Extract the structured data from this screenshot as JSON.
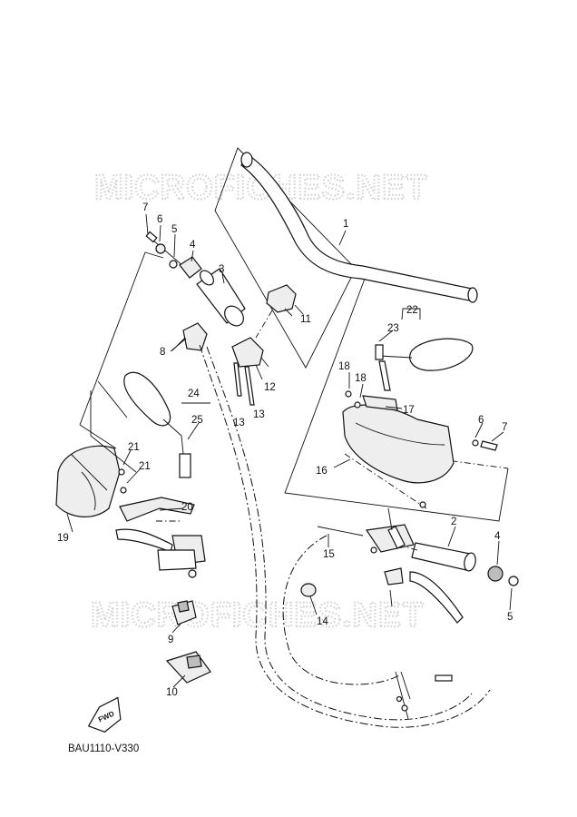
{
  "watermarks": [
    "MICROFICHES.NET",
    "MICROFICHES.NET"
  ],
  "callouts": [
    "1",
    "2",
    "3",
    "4",
    "5",
    "6",
    "7",
    "8",
    "9",
    "10",
    "11",
    "12",
    "13",
    "13",
    "14",
    "15",
    "16",
    "17",
    "18",
    "18",
    "19",
    "20",
    "21",
    "21",
    "22",
    "23",
    "24",
    "25",
    "4",
    "5",
    "6",
    "7"
  ],
  "diagram_code": "BAU1110-V330",
  "fwd_label": "FWD"
}
